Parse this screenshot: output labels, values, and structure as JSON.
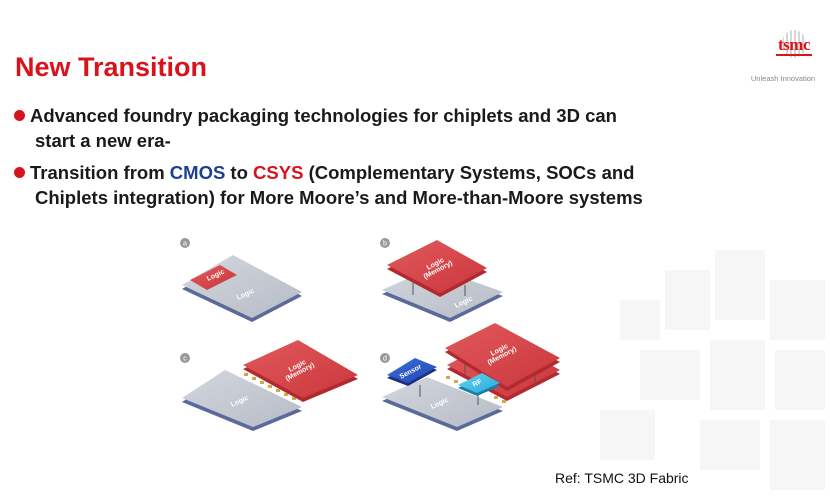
{
  "title": "New Transition",
  "logo": {
    "wordmark": "tsmc",
    "tagline": "Unleash Innovation"
  },
  "bullets": [
    {
      "line1": "Advanced foundry packaging technologies for chiplets and 3D can",
      "line2": "start a new era-"
    },
    {
      "pre": "Transition from ",
      "cmos": "CMOS",
      "mid": " to ",
      "csys": "CSYS",
      "post": " (Complementary Systems, SOCs and",
      "line2": "Chiplets integration) for More Moore’s and More-than-Moore systems"
    }
  ],
  "figure": {
    "panels": [
      "a",
      "b",
      "c",
      "d"
    ],
    "labels": {
      "logic": "Logic",
      "memory": "(Memory)",
      "sensor": "Sensor",
      "rf": "RF"
    }
  },
  "ref": "Ref: TSMC 3D Fabric",
  "colors": {
    "accent": "#d7141c",
    "cmos": "#1c3f94",
    "chip_red": "#d9464a",
    "chip_gray": "#c3c8d0"
  }
}
